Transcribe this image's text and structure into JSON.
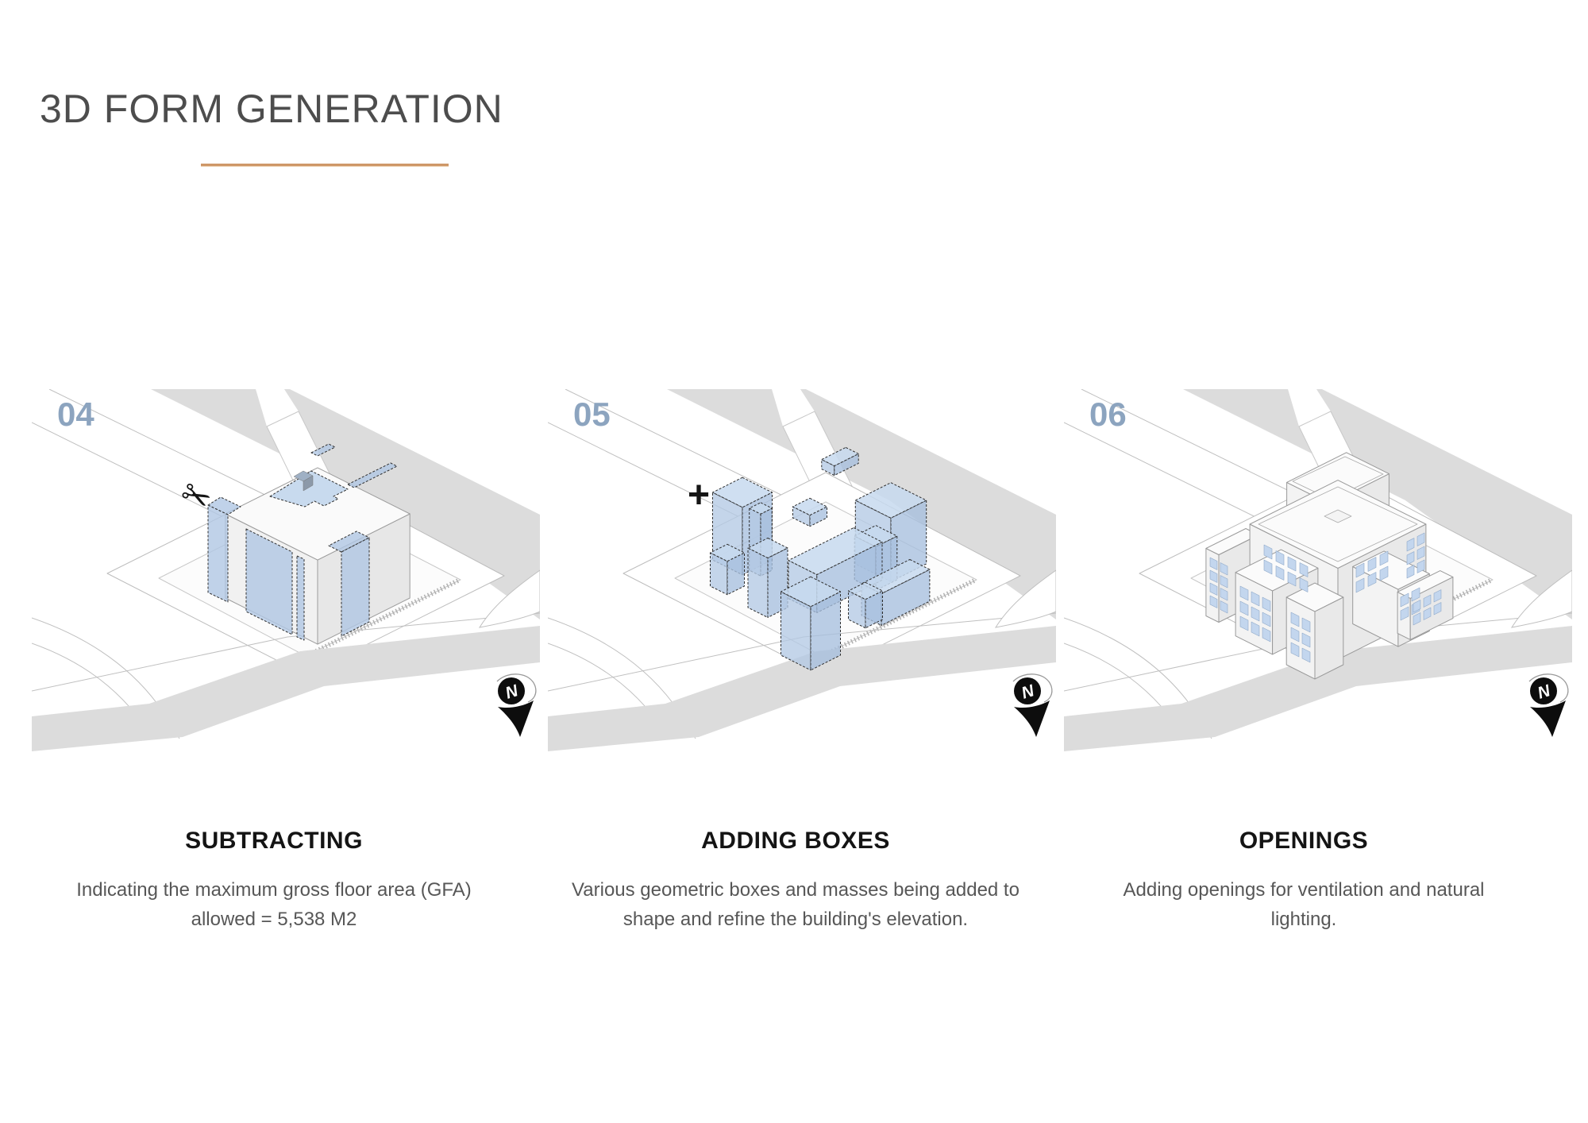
{
  "header": {
    "title": "3D FORM GENERATION"
  },
  "steps": [
    {
      "number": "04",
      "title": "SUBTRACTING",
      "description_line1": "Indicating the maximum gross floor area (GFA)",
      "description_line2": "allowed = 5,538 M2",
      "corner_icon": "scissors",
      "corner_glyph": "✂"
    },
    {
      "number": "05",
      "title": "ADDING BOXES",
      "description_line1": "Various geometric boxes and masses being added to",
      "description_line2": "shape and refine the building's elevation.",
      "corner_icon": "plus",
      "corner_glyph": "+"
    },
    {
      "number": "06",
      "title": "OPENINGS",
      "description_line1": "Adding openings for ventilation and natural",
      "description_line2": "lighting.",
      "corner_icon": "",
      "corner_glyph": ""
    }
  ],
  "compass": {
    "label": "N"
  },
  "colors": {
    "title_text": "#4D4D4D",
    "accent_underline": "#CE9768",
    "step_number": "#8CA4BF",
    "mass_blue": "#BFD3EA",
    "window_blue": "#C3D6EE",
    "road_gray": "#DCDCDC",
    "heading_text": "#141414",
    "body_text": "#575757"
  }
}
